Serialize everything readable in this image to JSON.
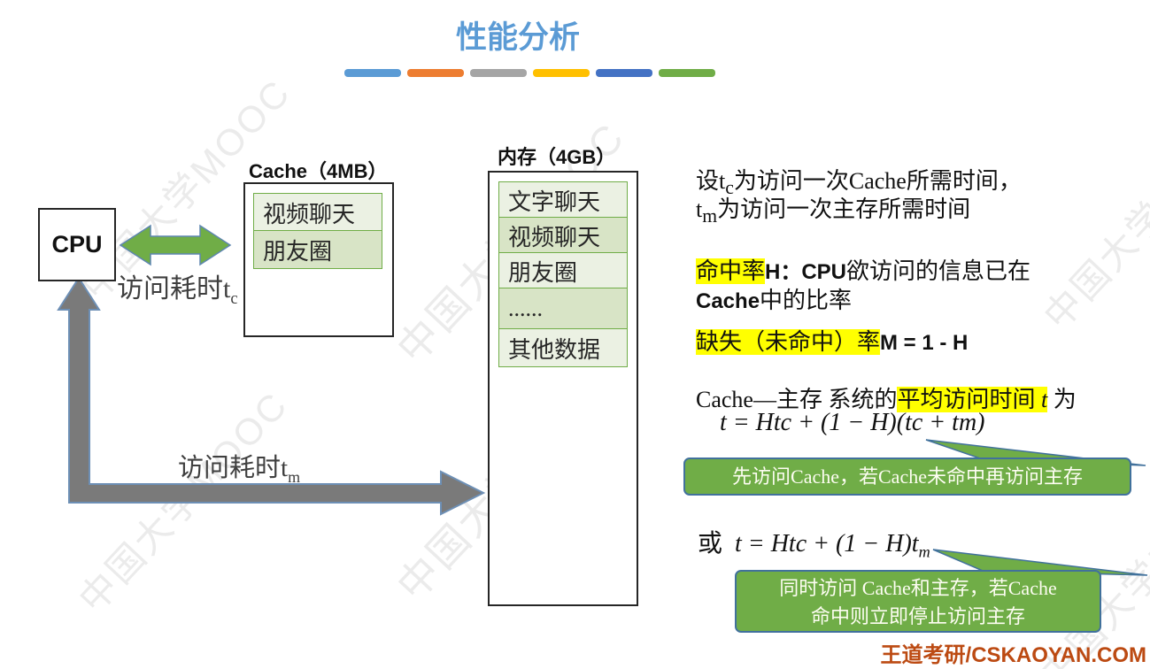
{
  "title": "性能分析",
  "divider_colors": [
    "#5B9BD5",
    "#ED7D31",
    "#A5A5A5",
    "#FFC000",
    "#4472C4",
    "#70AD47"
  ],
  "watermark": {
    "text": "中国大学MOOC"
  },
  "colors": {
    "title_blue": "#5B9BD5",
    "accent_green": "#70AD47",
    "callout_border_blue": "#41719C",
    "arrow_gray": "#7a7a7a",
    "highlight_yellow": "#FFFF00",
    "brand_red": "#BC4A12",
    "cell_light_green": "#EBF1E3",
    "cell_dark_green": "#D8E4C6"
  },
  "diagram": {
    "cpu_label": "CPU",
    "cache_title": "Cache（4MB）",
    "cache_cells": [
      "视频聊天",
      "朋友圈"
    ],
    "memory_title": "内存（4GB）",
    "memory_cells": [
      "文字聊天",
      "视频聊天",
      "朋友圈",
      "......",
      "其他数据"
    ],
    "cache_time_label": {
      "pre": "访问耗时t",
      "sub": "c"
    },
    "memory_time_label": {
      "pre": "访问耗时t",
      "sub": "m"
    }
  },
  "notes": {
    "intro": {
      "l1_pre": "设t",
      "l1_sub": "c",
      "l1_post": "为访问一次Cache所需时间，",
      "l2_pre": "t",
      "l2_sub": "m",
      "l2_post": "为访问一次主存所需时间"
    },
    "hit": {
      "hl": "命中率",
      "lat": "H：CPU",
      "rest": "欲访问的信息已在",
      "line2_lat": "Cache",
      "line2_rest": "中的比率"
    },
    "miss": {
      "hl": "缺失（未命中）率",
      "lat": "M = 1 - H"
    },
    "avg": {
      "pre": "Cache—主存 系统的",
      "hl": "平均访问时间 ",
      "hl_it": "t",
      "post": " 为",
      "formula": "t = Htc + (1 − H)(tc + tm)"
    },
    "or": {
      "prefix": "或",
      "formula_pre": "t = Htc + (1 − H)t",
      "formula_sub": "m"
    },
    "callout1": {
      "text": "先访问Cache，若Cache未命中再访问主存"
    },
    "callout2": {
      "line1": "同时访问 Cache和主存，若Cache",
      "line2": "命中则立即停止访问主存"
    }
  },
  "brand": {
    "text": "王道考研/CSKAOYAN.COM"
  }
}
